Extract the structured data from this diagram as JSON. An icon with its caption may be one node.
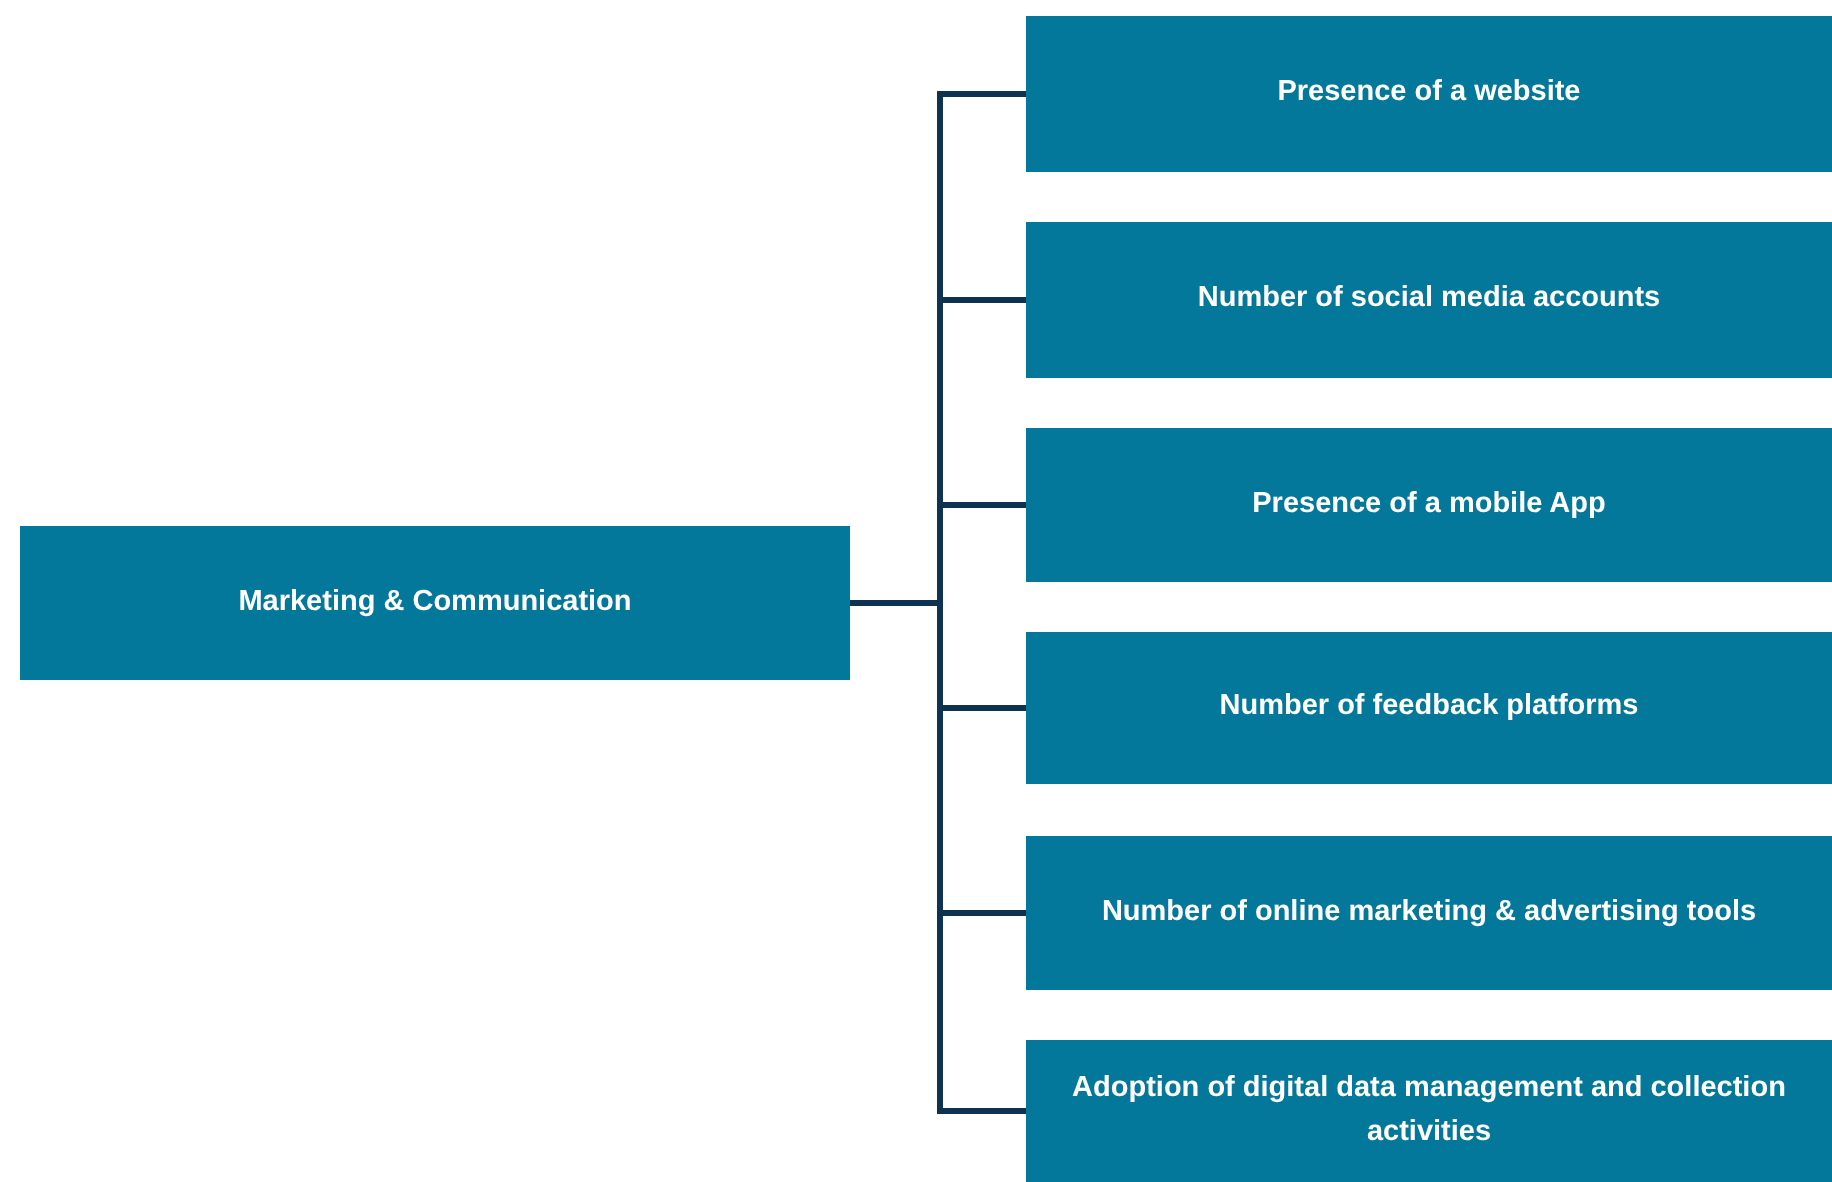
{
  "diagram": {
    "nodes": [
      {
        "text": [
          "Marketing & Communication"
        ]
      },
      {
        "text": [
          "Presence of a website"
        ]
      },
      {
        "text": [
          "Number of social media accounts"
        ]
      },
      {
        "text": [
          "Presence of a mobile App"
        ]
      },
      {
        "text": [
          "Number of feedback platforms"
        ]
      },
      {
        "text": [
          "Number of online marketing & advertising tools"
        ]
      },
      {
        "text": [
          "Adoption of digital data management and collection activities"
        ]
      }
    ],
    "edges": [
      {
        "from": 0,
        "to": 1,
        "arrow": "none"
      },
      {
        "from": 0,
        "to": 2,
        "arrow": "none"
      },
      {
        "from": 0,
        "to": 3,
        "arrow": "none"
      },
      {
        "from": 0,
        "to": 4,
        "arrow": "none"
      },
      {
        "from": 0,
        "to": 5,
        "arrow": "none"
      },
      {
        "from": 0,
        "to": 6,
        "arrow": "none"
      }
    ]
  }
}
